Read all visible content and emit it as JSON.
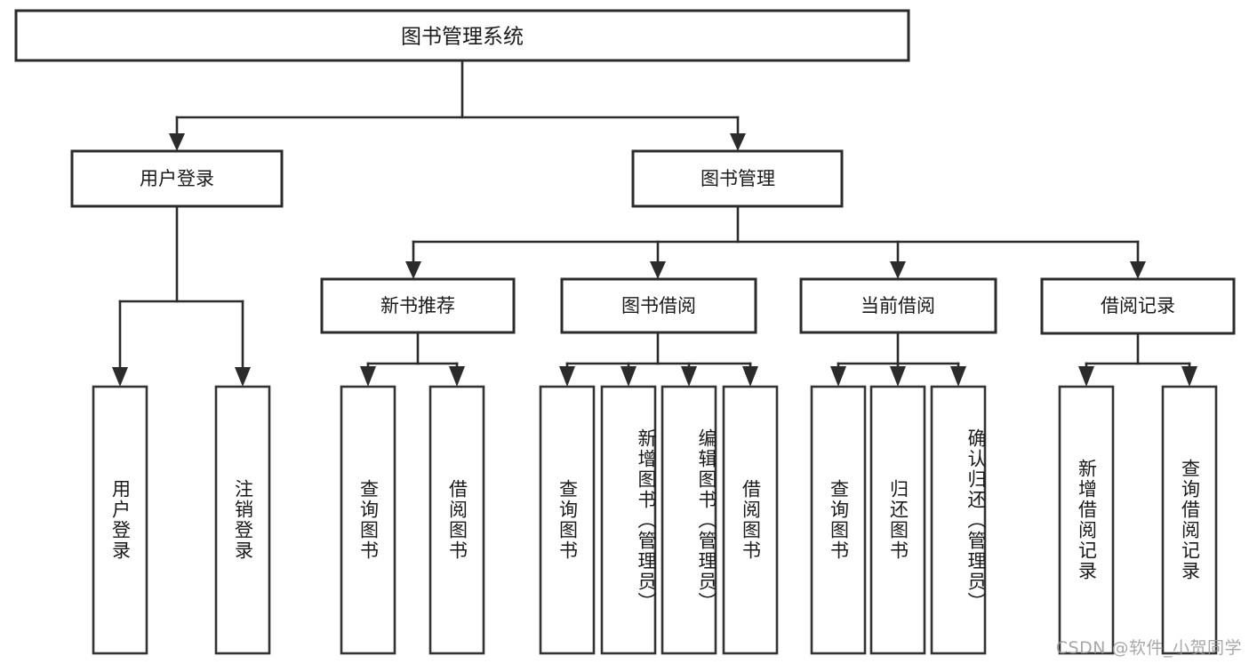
{
  "diagram": {
    "title": "图书管理系统",
    "type": "tree-hierarchy-chart",
    "root": {
      "label": "图书管理系统"
    },
    "level2": [
      {
        "label": "用户登录"
      },
      {
        "label": "图书管理"
      }
    ],
    "level3": [
      {
        "label": "新书推荐"
      },
      {
        "label": "图书借阅"
      },
      {
        "label": "当前借阅"
      },
      {
        "label": "借阅记录"
      }
    ],
    "leaves": {
      "user_login": [
        {
          "label": "用户登录"
        },
        {
          "label": "注销登录"
        }
      ],
      "new_book_recommend": [
        {
          "label": "查询图书"
        },
        {
          "label": "借阅图书"
        }
      ],
      "book_borrow": [
        {
          "label": "查询图书"
        },
        {
          "label": "新增图书（管理员）"
        },
        {
          "label": "编辑图书（管理员）"
        },
        {
          "label": "借阅图书"
        }
      ],
      "current_borrow": [
        {
          "label": "查询图书"
        },
        {
          "label": "归还图书"
        },
        {
          "label": "确认归还（管理员）"
        }
      ],
      "borrow_record": [
        {
          "label": "新增借阅记录"
        },
        {
          "label": "查询借阅记录"
        }
      ]
    }
  },
  "watermark": {
    "text": "CSDN @软件_小贺同学"
  },
  "colors": {
    "box_stroke": "#2b2b2b",
    "background": "#ffffff",
    "text": "#1a1a1a",
    "watermark": "#9a9a9a"
  }
}
